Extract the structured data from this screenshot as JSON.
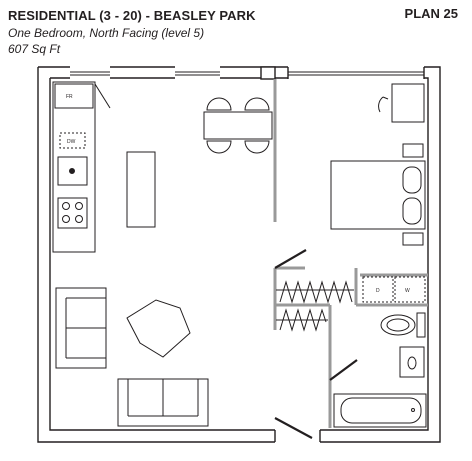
{
  "header": {
    "title": "RESIDENTIAL (3 - 20) - BEASLEY PARK",
    "subtitle": "One Bedroom, North Facing (level 5)",
    "area": "607 Sq Ft",
    "plan_number": "PLAN 25"
  },
  "appliances": {
    "fridge": "FR",
    "dishwasher": "DW",
    "dryer": "D",
    "washer": "W"
  },
  "colors": {
    "ink": "#231f20",
    "partition": "#999999",
    "background": "#ffffff"
  }
}
